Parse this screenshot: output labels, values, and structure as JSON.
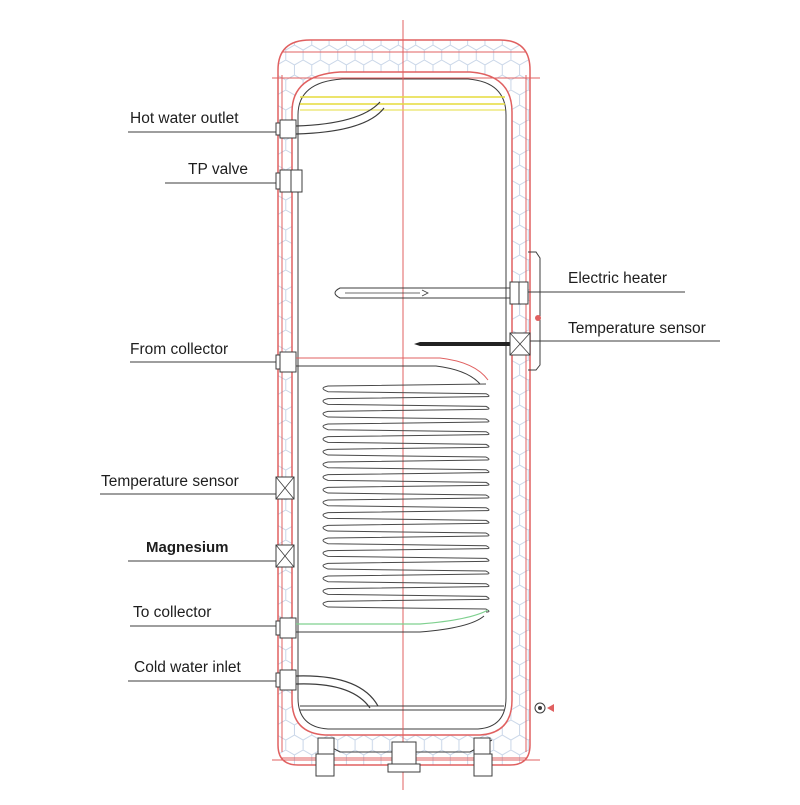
{
  "labels": {
    "left": [
      {
        "id": "hot-water-outlet",
        "text": "Hot water outlet"
      },
      {
        "id": "tp-valve",
        "text": "TP valve"
      },
      {
        "id": "from-collector",
        "text": "From collector"
      },
      {
        "id": "temperature-sensor-left",
        "text": "Temperature sensor"
      },
      {
        "id": "magnesium",
        "text": "Magnesium"
      },
      {
        "id": "to-collector",
        "text": "To collector"
      },
      {
        "id": "cold-water-inlet",
        "text": "Cold water inlet"
      }
    ],
    "right": [
      {
        "id": "electric-heater",
        "text": "Electric heater"
      },
      {
        "id": "temperature-sensor-right",
        "text": "Temperature sensor"
      }
    ]
  },
  "colors": {
    "outline": "#e06060",
    "insulation_hex": "#c9d6e8",
    "line": "#3c3c3c",
    "hot_pipe": "#e6dc3c",
    "cold_pipe": "#7fd08f",
    "coil": "#4a4a4a"
  }
}
